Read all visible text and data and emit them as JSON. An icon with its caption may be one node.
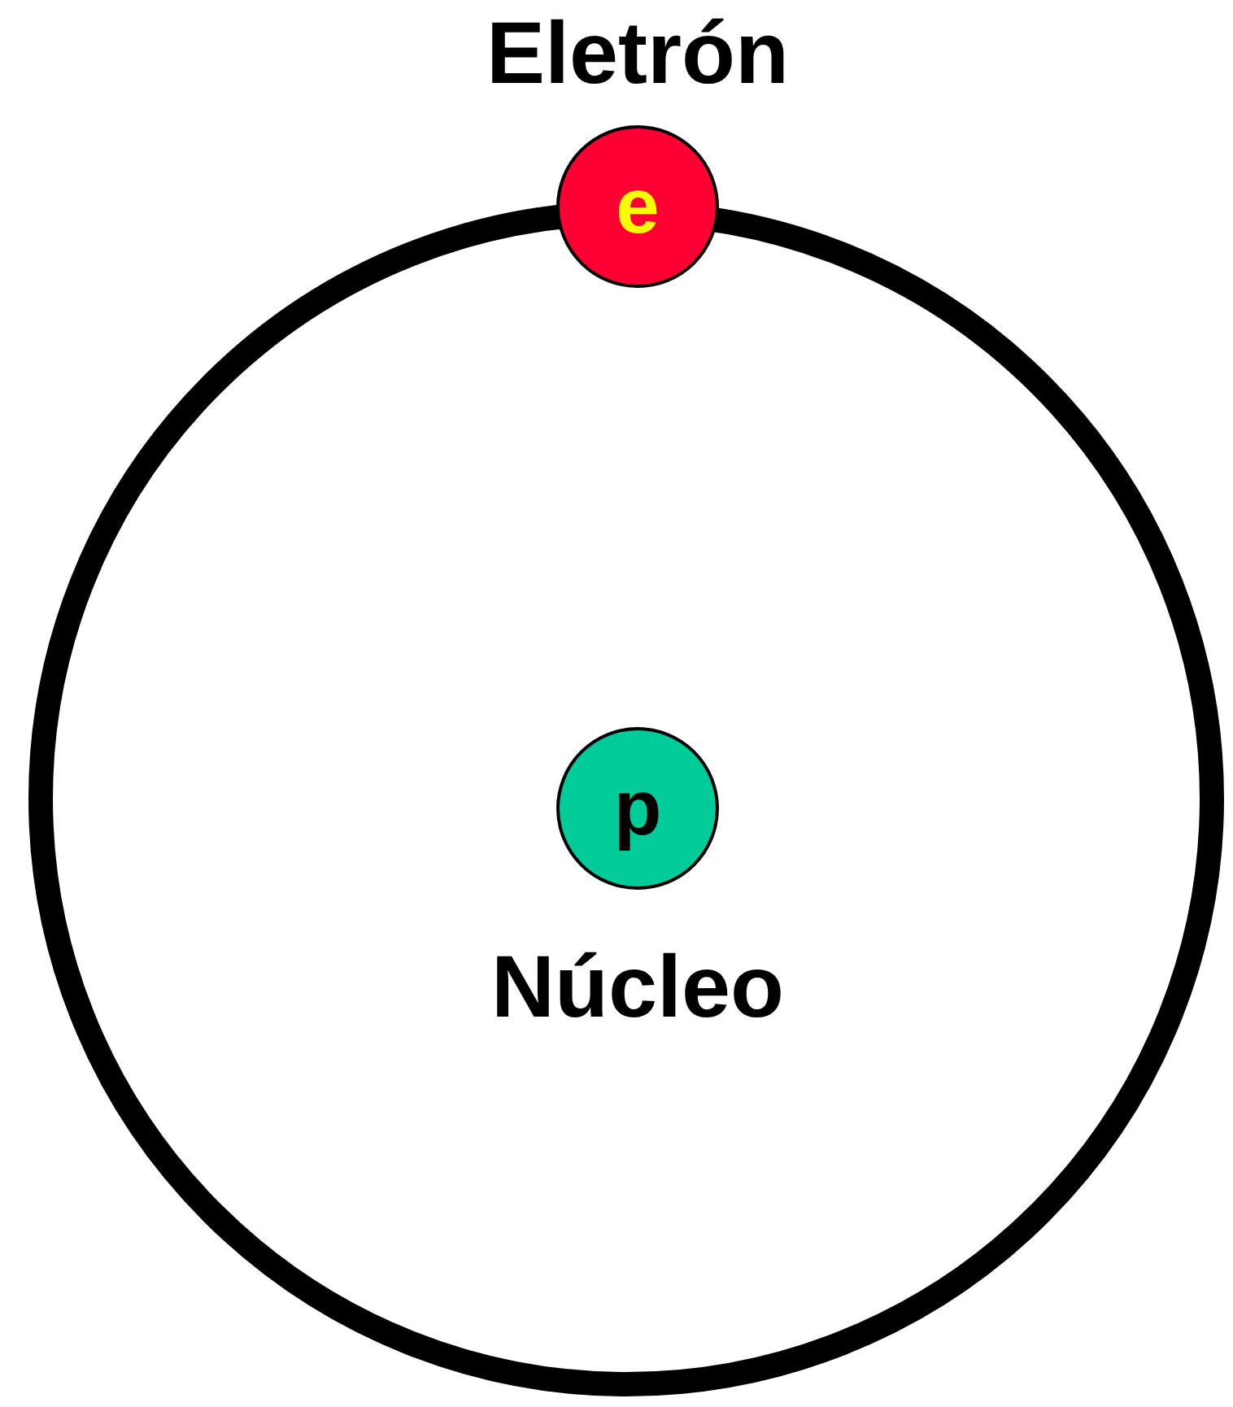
{
  "diagram": {
    "nodes": [
      {
        "text": [
          "e"
        ],
        "beside": [
          "Eletrón"
        ]
      },
      {
        "text": [
          "p"
        ],
        "beside": [
          "Núcleo"
        ]
      }
    ]
  }
}
